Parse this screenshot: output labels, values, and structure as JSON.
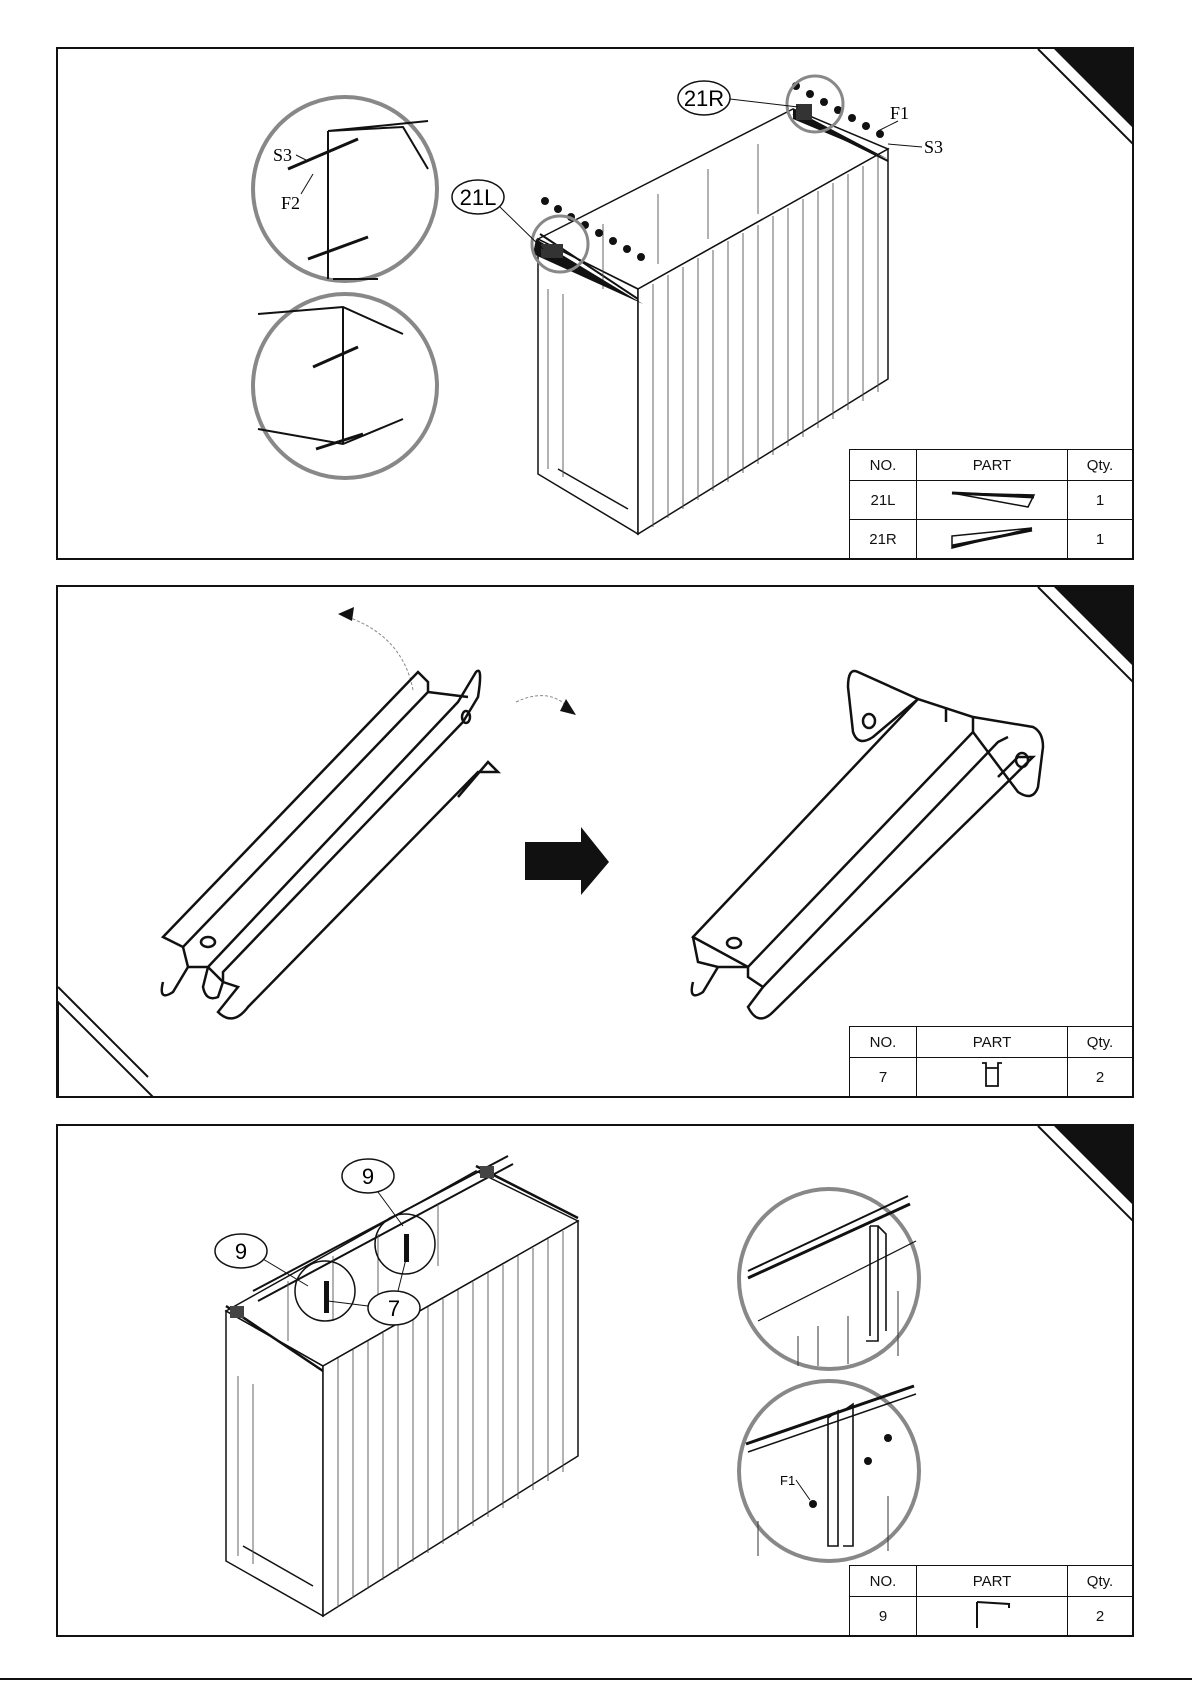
{
  "step1": {
    "callouts": {
      "s3_left": "S3",
      "f2": "F2",
      "label_21l": "21L",
      "label_21r": "21R",
      "f1": "F1",
      "s3_right": "S3"
    },
    "table": {
      "headers": [
        "NO.",
        "PART",
        "Qty."
      ],
      "rows": [
        {
          "no": "21L",
          "qty": "1"
        },
        {
          "no": "21R",
          "qty": "1"
        }
      ]
    }
  },
  "step2": {
    "table": {
      "headers": [
        "NO.",
        "PART",
        "Qty."
      ],
      "rows": [
        {
          "no": "7",
          "qty": "2"
        }
      ]
    }
  },
  "step3": {
    "callouts": {
      "nine_a": "9",
      "nine_b": "9",
      "seven": "7",
      "f1": "F1"
    },
    "table": {
      "headers": [
        "NO.",
        "PART",
        "Qty."
      ],
      "rows": [
        {
          "no": "9",
          "qty": "2"
        }
      ]
    }
  },
  "colors": {
    "ink": "#111111",
    "paper": "#ffffff",
    "detail_ring": "#888888"
  }
}
